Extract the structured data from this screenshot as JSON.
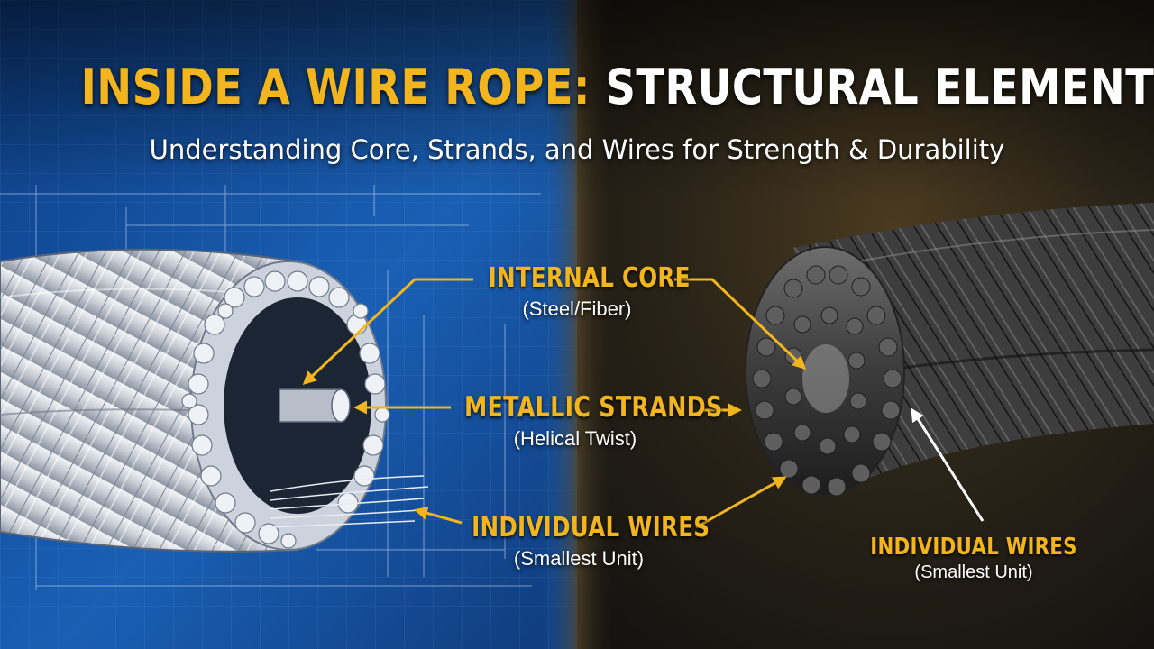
{
  "header": {
    "title_part1": "INSIDE A WIRE ROPE:",
    "title_part2": "STRUCTURAL ELEMENTS",
    "subtitle": "Understanding Core, Strands, and Wires for Strength & Durability"
  },
  "callouts": {
    "core": {
      "title": "INTERNAL CORE",
      "sub": "(Steel/Fiber)"
    },
    "strands": {
      "title": "METALLIC STRANDS",
      "sub": "(Helical Twist)"
    },
    "wires_center": {
      "title": "INDIVIDUAL WIRES",
      "sub": "(Smallest Unit)"
    },
    "wires_right": {
      "title": "INDIVIDUAL WIRES",
      "sub": "(Smallest Unit)"
    }
  },
  "colors": {
    "accent_yellow": "#f2b51d",
    "blueprint_blue": "#1a5fb4",
    "photo_dark": "#1b1a17",
    "white": "#ffffff"
  }
}
